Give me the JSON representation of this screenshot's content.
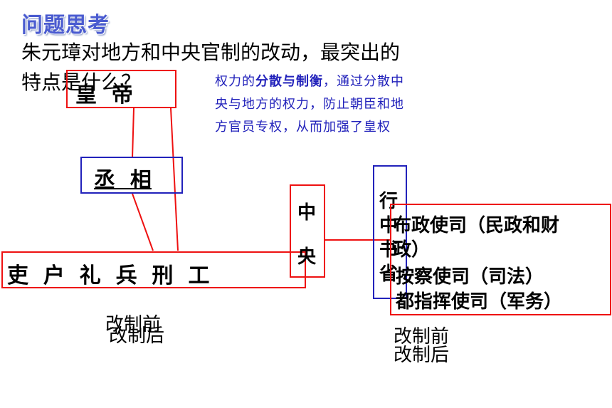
{
  "title": "问题思考",
  "question": {
    "line1": "朱元璋对地方和中央官制的改动，最突出的",
    "line2": "特点是什么？"
  },
  "answer": {
    "line1_a": "权力的",
    "line1_b": "分散与制衡",
    "line1_c": "，通过分散中",
    "line2": "央与地方的权力，防止朝臣和地",
    "line3": "方官员专权，从而加强了皇权"
  },
  "central": {
    "emperor": "皇  帝",
    "chancellor": "丞  相",
    "ministries": "吏  户  礼  兵  刑  工",
    "central_box_top": "中",
    "central_box_bottom": "央",
    "caption_before": "改制前",
    "caption_after": "改制后"
  },
  "local": {
    "xingsheng_1": "行",
    "xingsheng_2": "中",
    "xingsheng_3": "书",
    "xingsheng_4": "省",
    "bu_zheng": "布政使司（民政和财",
    "bu_zheng_2": "政）",
    "an_cha": "按察使司（司法）",
    "du_zhihui": "都指挥使司（军务）",
    "caption_before": "改制前",
    "caption_after": "改制后"
  },
  "colors": {
    "red": "#ee1111",
    "blue": "#2222bb",
    "title_blue": "#4a5bd0"
  }
}
